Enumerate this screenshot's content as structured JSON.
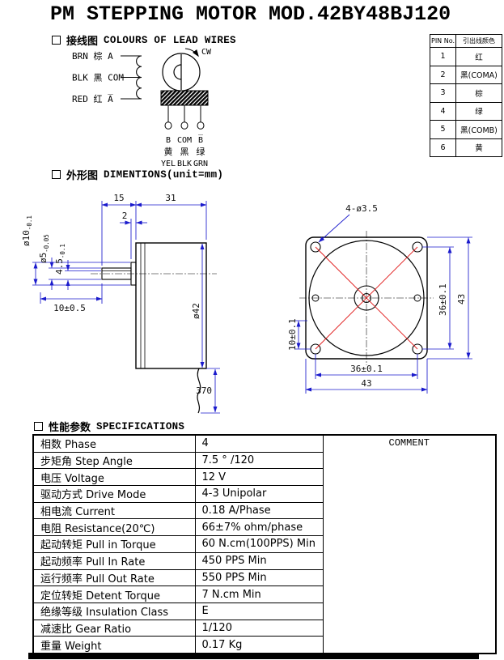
{
  "page": {
    "title": "PM STEPPING MOTOR MOD.42BY48BJ120"
  },
  "colors": {
    "dimension_lines": "#1a1acc",
    "highlight_red": "#e01818"
  },
  "wiring": {
    "heading_cn": "接线图",
    "heading_en": "COLOURS OF LEAD WIRES",
    "lead_a": "BRN 棕 A",
    "lead_com": "BLK 黑 COM",
    "lead_abar": "RED 红 A̅",
    "cw": "CW",
    "term1_name": "B",
    "term2_name": "COM",
    "term3_name": "B̅",
    "term1_cn": "黄",
    "term2_cn": "黑",
    "term3_cn": "绿",
    "term1_en": "YEL",
    "term2_en": "BLK",
    "term3_en": "GRN"
  },
  "pin_table": {
    "header_pin": "PIN No.",
    "header_color": "引出线颜色",
    "rows": [
      {
        "pin": "1",
        "color": "红"
      },
      {
        "pin": "2",
        "color": "黑(COMA)"
      },
      {
        "pin": "3",
        "color": "棕"
      },
      {
        "pin": "4",
        "color": "绿"
      },
      {
        "pin": "5",
        "color": "黑(COMB)"
      },
      {
        "pin": "6",
        "color": "黄"
      }
    ]
  },
  "dims": {
    "heading_cn": "外形图",
    "heading_en": "DIMENTIONS(unit=mm)",
    "side": {
      "len_shaft": "15",
      "len_body": "31",
      "step": "2",
      "d10_main": "ø10",
      "d10_tol": "-0.1",
      "d5_main": "ø5",
      "d5_tol": "-0.05",
      "flat_main": "4.5",
      "flat_tol": "-0.1",
      "len10": "10±0.5",
      "d42": "ø42",
      "wire_len": "370"
    },
    "front": {
      "holes": "4-ø3.5",
      "v36": "36±0.1",
      "v43": "43",
      "left10": "10±0.1",
      "h36": "36±0.1",
      "h43": "43"
    }
  },
  "specs": {
    "heading_cn": "性能参数",
    "heading_en": "SPECIFICATIONS",
    "comment_header": "COMMENT",
    "rows": [
      {
        "param": "相数 Phase",
        "value": "4"
      },
      {
        "param": "步矩角 Step Angle",
        "value": "7.5 ° /120"
      },
      {
        "param": "电压 Voltage",
        "value": "12 V"
      },
      {
        "param": "驱动方式 Drive Mode",
        "value": "4-3 Unipolar"
      },
      {
        "param": "相电流 Current",
        "value": "0.18 A/Phase"
      },
      {
        "param": "电阻 Resistance(20℃)",
        "value": "66±7% ohm/phase"
      },
      {
        "param": "起动转矩 Pull in Torque",
        "value": "60 N.cm(100PPS) Min"
      },
      {
        "param": "起动频率 Pull In Rate",
        "value": "450 PPS Min"
      },
      {
        "param": "运行频率 Pull Out Rate",
        "value": "550 PPS Min"
      },
      {
        "param": "定位转矩 Detent Torque",
        "value": "7 N.cm Min"
      },
      {
        "param": "绝缘等级 Insulation Class",
        "value": "E"
      },
      {
        "param": "减速比 Gear Ratio",
        "value": "1/120"
      },
      {
        "param": "重量 Weight",
        "value": "0.17 Kg"
      }
    ]
  }
}
